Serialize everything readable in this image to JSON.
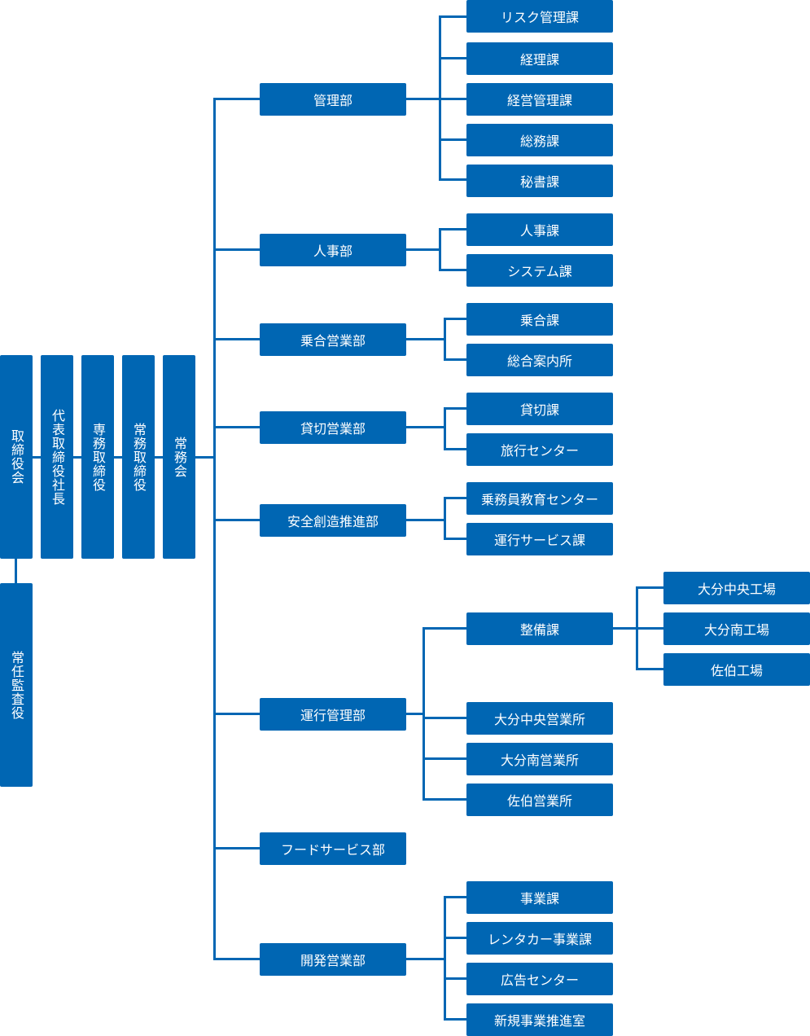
{
  "executive": [
    {
      "id": "board",
      "label": "取締役会"
    },
    {
      "id": "president",
      "label": "代表取締役社長"
    },
    {
      "id": "senior-managing",
      "label": "専務取締役"
    },
    {
      "id": "managing",
      "label": "常務取締役"
    },
    {
      "id": "managing-committee",
      "label": "常務会"
    },
    {
      "id": "auditor",
      "label": "常任監査役"
    }
  ],
  "departments": [
    {
      "id": "kanri",
      "label": "管理部",
      "sections": [
        "リスク管理課",
        "経理課",
        "経営管理課",
        "総務課",
        "秘書課"
      ]
    },
    {
      "id": "jinji",
      "label": "人事部",
      "sections": [
        "人事課",
        "システム課"
      ]
    },
    {
      "id": "noriai",
      "label": "乗合営業部",
      "sections": [
        "乗合課",
        "総合案内所"
      ]
    },
    {
      "id": "kashikiri",
      "label": "貸切営業部",
      "sections": [
        "貸切課",
        "旅行センター"
      ]
    },
    {
      "id": "anzen",
      "label": "安全創造推進部",
      "sections": [
        "乗務員教育センター",
        "運行サービス課"
      ]
    },
    {
      "id": "unko",
      "label": "運行管理部",
      "sections": [
        "整備課",
        "大分中央営業所",
        "大分南営業所",
        "佐伯営業所"
      ],
      "subsections": {
        "parent": "整備課",
        "items": [
          "大分中央工場",
          "大分南工場",
          "佐伯工場"
        ]
      }
    },
    {
      "id": "food",
      "label": "フードサービス部",
      "sections": []
    },
    {
      "id": "kaihatsu",
      "label": "開発営業部",
      "sections": [
        "事業課",
        "レンタカー事業課",
        "広告センター",
        "新規事業推進室"
      ]
    }
  ],
  "colors": {
    "box": "#0066b3",
    "text": "#ffffff"
  }
}
